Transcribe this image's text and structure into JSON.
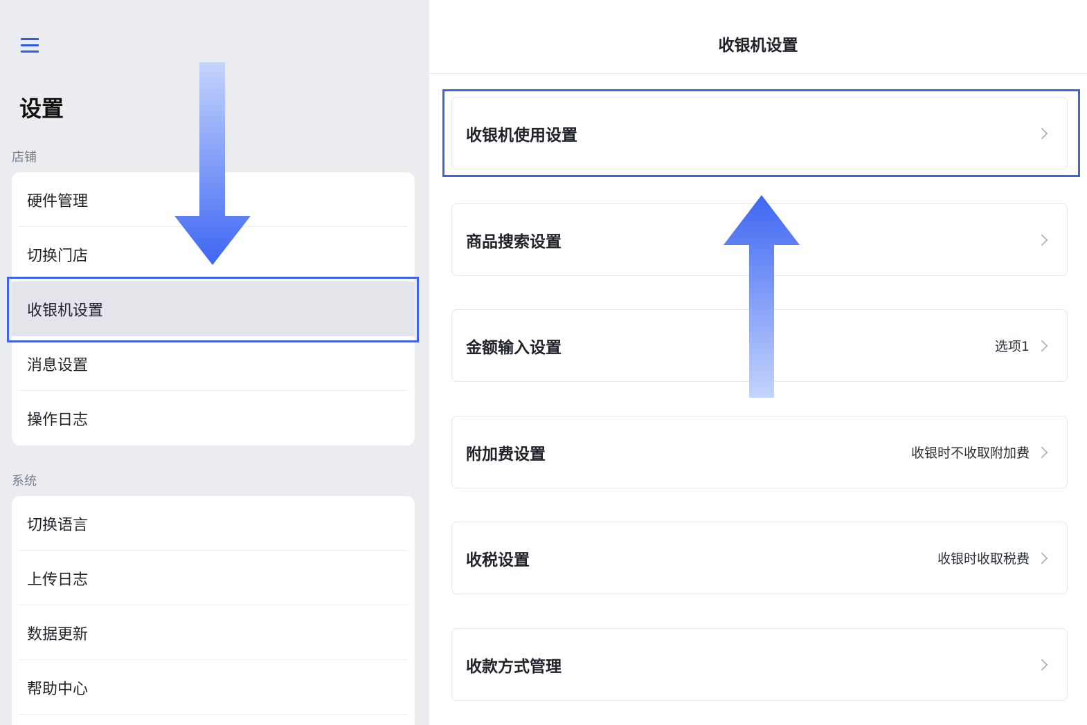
{
  "sidebar": {
    "menu_icon": "hamburger-menu-icon",
    "title": "设置",
    "sections": [
      {
        "label": "店铺",
        "items": [
          {
            "label": "硬件管理"
          },
          {
            "label": "切换门店"
          },
          {
            "label": "收银机设置",
            "active": true
          },
          {
            "label": "消息设置"
          },
          {
            "label": "操作日志"
          }
        ]
      },
      {
        "label": "系统",
        "items": [
          {
            "label": "切换语言"
          },
          {
            "label": "上传日志"
          },
          {
            "label": "数据更新"
          },
          {
            "label": "帮助中心"
          }
        ]
      }
    ]
  },
  "main": {
    "title": "收银机设置",
    "settings": [
      {
        "label": "收银机使用设置",
        "value": "",
        "icon": "chevron-right-icon",
        "highlighted": true
      },
      {
        "label": "商品搜索设置",
        "value": "",
        "icon": "chevron-right-icon"
      },
      {
        "label": "金额输入设置",
        "value": "选项1",
        "icon": "chevron-right-icon"
      },
      {
        "label": "附加费设置",
        "value": "收银时不收取附加费",
        "icon": "chevron-right-icon"
      },
      {
        "label": "收税设置",
        "value": "收银时收取税费",
        "icon": "chevron-right-icon"
      },
      {
        "label": "收款方式管理",
        "value": "",
        "icon": "chevron-right-icon"
      }
    ]
  },
  "annotations": {
    "highlight_color": "#3b63ee",
    "arrow_down": {
      "from_color": "#c4d4fc",
      "to_color": "#3e66f2"
    },
    "arrow_up": {
      "from_color": "#c4d4fc",
      "to_color": "#3e66f2"
    }
  },
  "colors": {
    "accent": "#2d5bec",
    "sidebar_bg": "#ebecf0",
    "active_item_bg": "#e4e5ea",
    "section_label": "#7a7f8a"
  }
}
